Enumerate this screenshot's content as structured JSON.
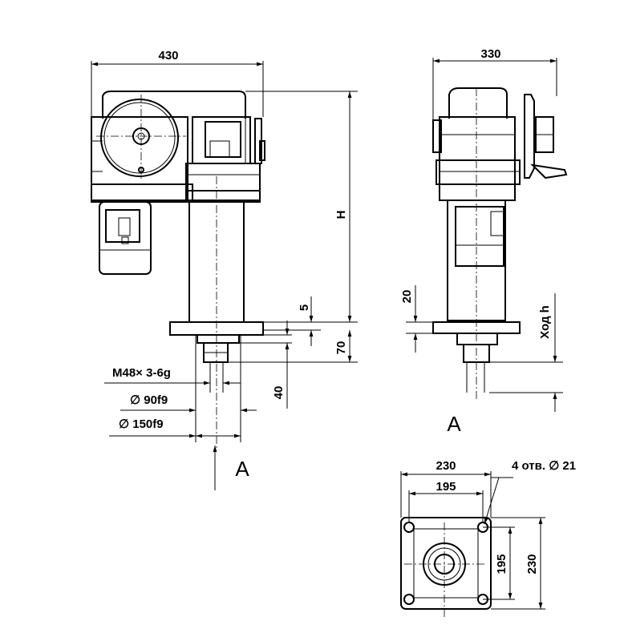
{
  "drawing": {
    "front_view": {
      "width": "430",
      "height": "H",
      "dim_5": "5",
      "dim_70": "70",
      "dim_40": "40",
      "thread": "M48× 3-6g",
      "dia_90": "∅ 90f9",
      "dia_150": "∅ 150f9",
      "view_arrow": "A"
    },
    "side_view": {
      "width": "330",
      "dim_20": "20",
      "stroke": "Ход h"
    },
    "view_a": {
      "title": "A",
      "outer": "230",
      "inner": "195",
      "holes": "4 отв.  ∅ 21",
      "inner_v": "195",
      "outer_v": "230"
    }
  }
}
